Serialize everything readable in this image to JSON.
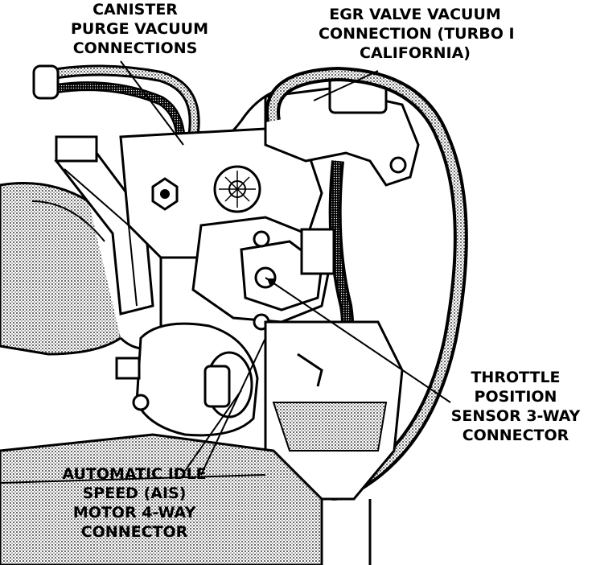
{
  "labels": {
    "canister": [
      "CANISTER",
      "PURGE VACUUM",
      "CONNECTIONS"
    ],
    "egr": [
      "EGR VALVE VACUUM",
      "CONNECTION (TURBO I",
      "CALIFORNIA)"
    ],
    "tps": [
      "THROTTLE",
      "POSITION",
      "SENSOR 3-WAY",
      "CONNECTOR"
    ],
    "ais": [
      "AUTOMATIC IDLE",
      "SPEED (AIS)",
      "MOTOR 4-WAY",
      "CONNECTOR"
    ]
  },
  "colors": {
    "ink": "#000000",
    "paper": "#ffffff",
    "shade": "#8a8a8a"
  }
}
